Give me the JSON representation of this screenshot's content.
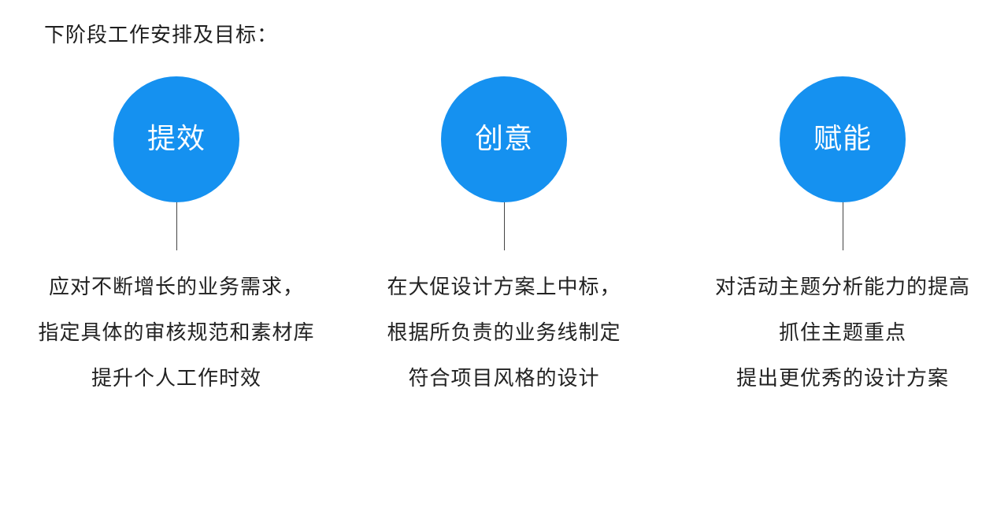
{
  "title": "下阶段工作安排及目标：",
  "columns": [
    {
      "label": "提效",
      "lines": [
        "应对不断增长的业务需求，",
        "指定具体的审核规范和素材库",
        "提升个人工作时效"
      ]
    },
    {
      "label": "创意",
      "lines": [
        "在大促设计方案上中标，",
        "根据所负责的业务线制定",
        "符合项目风格的设计"
      ]
    },
    {
      "label": "赋能",
      "lines": [
        "对活动主题分析能力的提高",
        "抓住主题重点",
        "提出更优秀的设计方案"
      ]
    }
  ],
  "colors": {
    "circle": "#1591f0",
    "circle_text": "#ffffff",
    "text": "#222222",
    "connector": "#444444"
  }
}
